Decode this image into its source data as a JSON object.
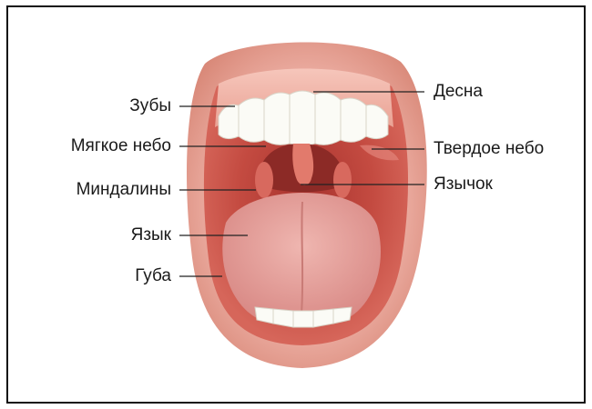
{
  "labels": {
    "teeth": "Зубы",
    "soft_palate": "Мягкое небо",
    "tonsils": "Миндалины",
    "tongue": "Язык",
    "lip": "Губа",
    "gum": "Десна",
    "hard_palate": "Твердое небо",
    "uvula": "Язычок"
  },
  "colors": {
    "lip": "#e0958a",
    "mouth_cavity": "#c0473f",
    "throat": "#8c2a26",
    "tongue": "#e8a6a1",
    "teeth": "#fbfbf6",
    "gum": "#f1b8ae",
    "leader_line": "#222222"
  }
}
